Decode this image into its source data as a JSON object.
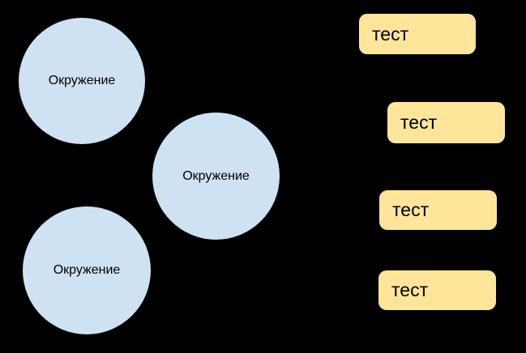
{
  "colors": {
    "background": "#000000",
    "circle-fill": "#cfe2f3",
    "rect-fill": "#ffe599",
    "text": "#000000"
  },
  "diagram": {
    "circles": [
      {
        "label": "Окружение"
      },
      {
        "label": "Окружение"
      },
      {
        "label": "Окружение"
      }
    ],
    "tests": [
      {
        "label": "тест"
      },
      {
        "label": "тест"
      },
      {
        "label": "тест"
      },
      {
        "label": "тест"
      }
    ]
  }
}
